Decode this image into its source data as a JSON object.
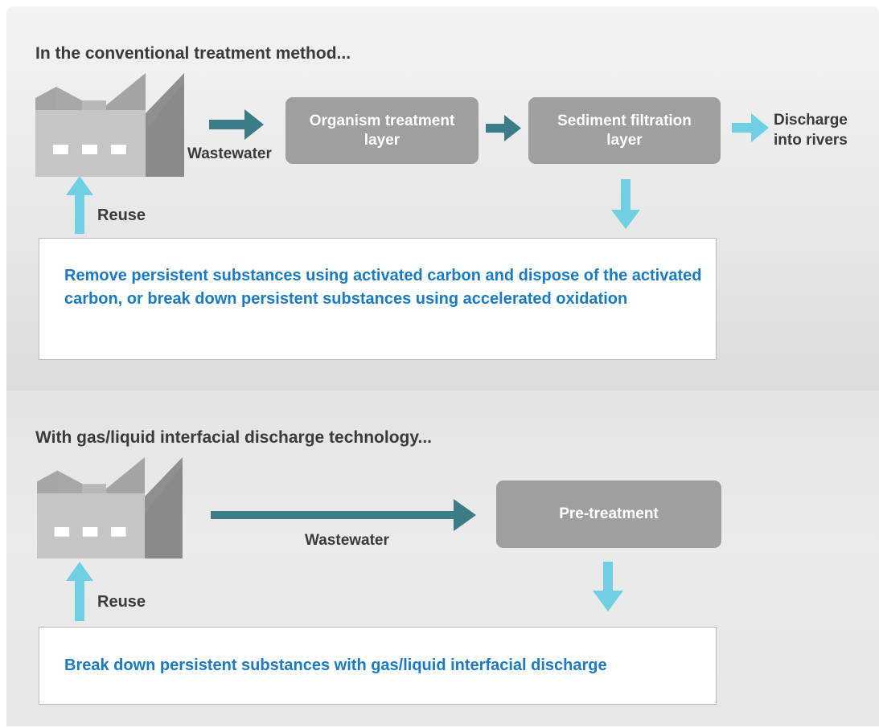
{
  "conventional": {
    "heading": "In the conventional treatment method...",
    "wastewater_label": "Wastewater",
    "step1": "Organism treatment\nlayer",
    "step2": "Sediment filtration\nlayer",
    "discharge": "Discharge\ninto rivers",
    "reuse_label": "Reuse",
    "result": "Remove persistent substances using activated carbon and dispose of the activated carbon, or break down persistent substances using accelerated oxidation"
  },
  "gas_liquid": {
    "heading": "With gas/liquid interfacial discharge technology...",
    "wastewater_label": "Wastewater",
    "step1": "Pre-treatment",
    "reuse_label": "Reuse",
    "result": "Break down persistent substances with gas/liquid interfacial discharge"
  },
  "colors": {
    "dark_arrow": "#3b7c87",
    "light_arrow": "#6fcfe3",
    "process_box": "#9f9f9f",
    "result_text": "#1a7ac4"
  },
  "icons": [
    "factory-icon",
    "arrow-right-icon",
    "arrow-down-icon",
    "arrow-up-icon"
  ]
}
